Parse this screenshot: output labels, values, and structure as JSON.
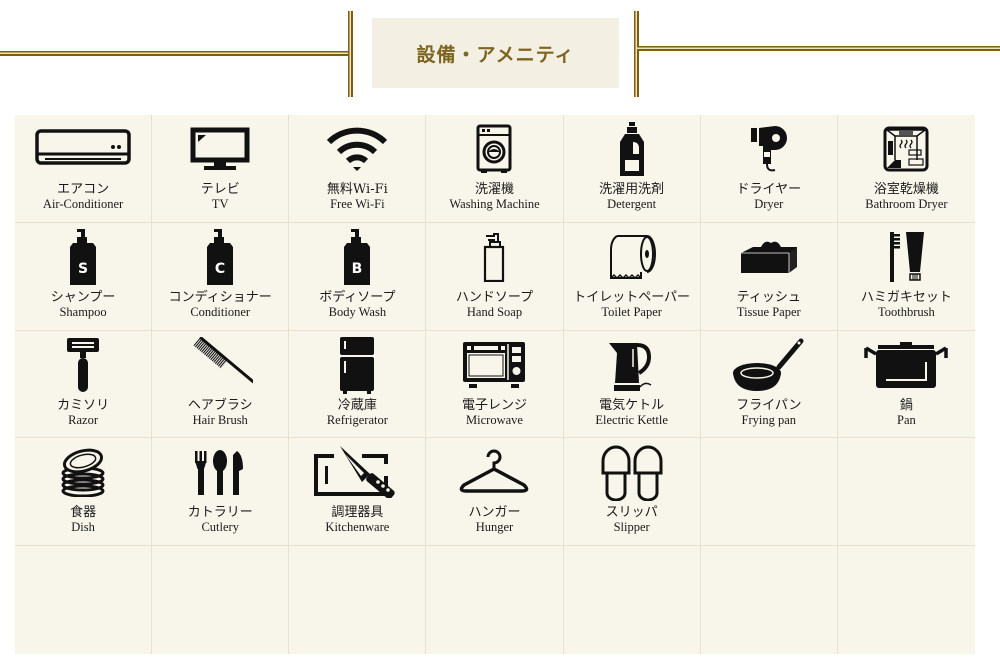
{
  "header": {
    "title": "設備・アメニティ",
    "colors": {
      "gold": "#7a6016",
      "title_text": "#7d6420",
      "title_bg": "#f3f0e3",
      "grid_bg": "#f8f5eb",
      "grid_line": "#e9e1cd"
    }
  },
  "amenities": [
    {
      "ja": "エアコン",
      "en": "Air-Conditioner",
      "icon": "air-conditioner-icon"
    },
    {
      "ja": "テレビ",
      "en": "TV",
      "icon": "tv-icon"
    },
    {
      "ja": "無料Wi-Fi",
      "en": "Free Wi-Fi",
      "icon": "wifi-icon"
    },
    {
      "ja": "洗濯機",
      "en": "Washing Machine",
      "icon": "washing-machine-icon"
    },
    {
      "ja": "洗濯用洗剤",
      "en": "Detergent",
      "icon": "detergent-icon"
    },
    {
      "ja": "ドライヤー",
      "en": "Dryer",
      "icon": "hair-dryer-icon"
    },
    {
      "ja": "浴室乾燥機",
      "en": "Bathroom Dryer",
      "icon": "bathroom-dryer-icon"
    },
    {
      "ja": "シャンプー",
      "en": "Shampoo",
      "icon": "shampoo-bottle-icon",
      "letter": "S"
    },
    {
      "ja": "コンディショナー",
      "en": "Conditioner",
      "icon": "conditioner-bottle-icon",
      "letter": "C"
    },
    {
      "ja": "ボディソープ",
      "en": "Body Wash",
      "icon": "body-wash-bottle-icon",
      "letter": "B"
    },
    {
      "ja": "ハンドソープ",
      "en": "Hand Soap",
      "icon": "hand-soap-icon"
    },
    {
      "ja": "トイレットペーパー",
      "en": "Toilet Paper",
      "icon": "toilet-paper-icon"
    },
    {
      "ja": "ティッシュ",
      "en": "Tissue Paper",
      "icon": "tissue-box-icon"
    },
    {
      "ja": "ハミガキセット",
      "en": "Toothbrush",
      "icon": "toothbrush-icon"
    },
    {
      "ja": "カミソリ",
      "en": "Razor",
      "icon": "razor-icon"
    },
    {
      "ja": "ヘアブラシ",
      "en": "Hair Brush",
      "icon": "comb-icon"
    },
    {
      "ja": "冷蔵庫",
      "en": "Refrigerator",
      "icon": "refrigerator-icon"
    },
    {
      "ja": "電子レンジ",
      "en": "Microwave",
      "icon": "microwave-icon"
    },
    {
      "ja": "電気ケトル",
      "en": "Electric Kettle",
      "icon": "kettle-icon"
    },
    {
      "ja": "フライパン",
      "en": "Frying pan",
      "icon": "frying-pan-icon"
    },
    {
      "ja": "鍋",
      "en": "Pan",
      "icon": "pot-icon"
    },
    {
      "ja": "食器",
      "en": "Dish",
      "icon": "dishes-icon"
    },
    {
      "ja": "カトラリー",
      "en": "Cutlery",
      "icon": "cutlery-icon"
    },
    {
      "ja": "調理器具",
      "en": "Kitchenware",
      "icon": "cutting-board-knife-icon"
    },
    {
      "ja": "ハンガー",
      "en": "Hunger",
      "icon": "hanger-icon"
    },
    {
      "ja": "スリッパ",
      "en": "Slipper",
      "icon": "slippers-icon"
    }
  ]
}
